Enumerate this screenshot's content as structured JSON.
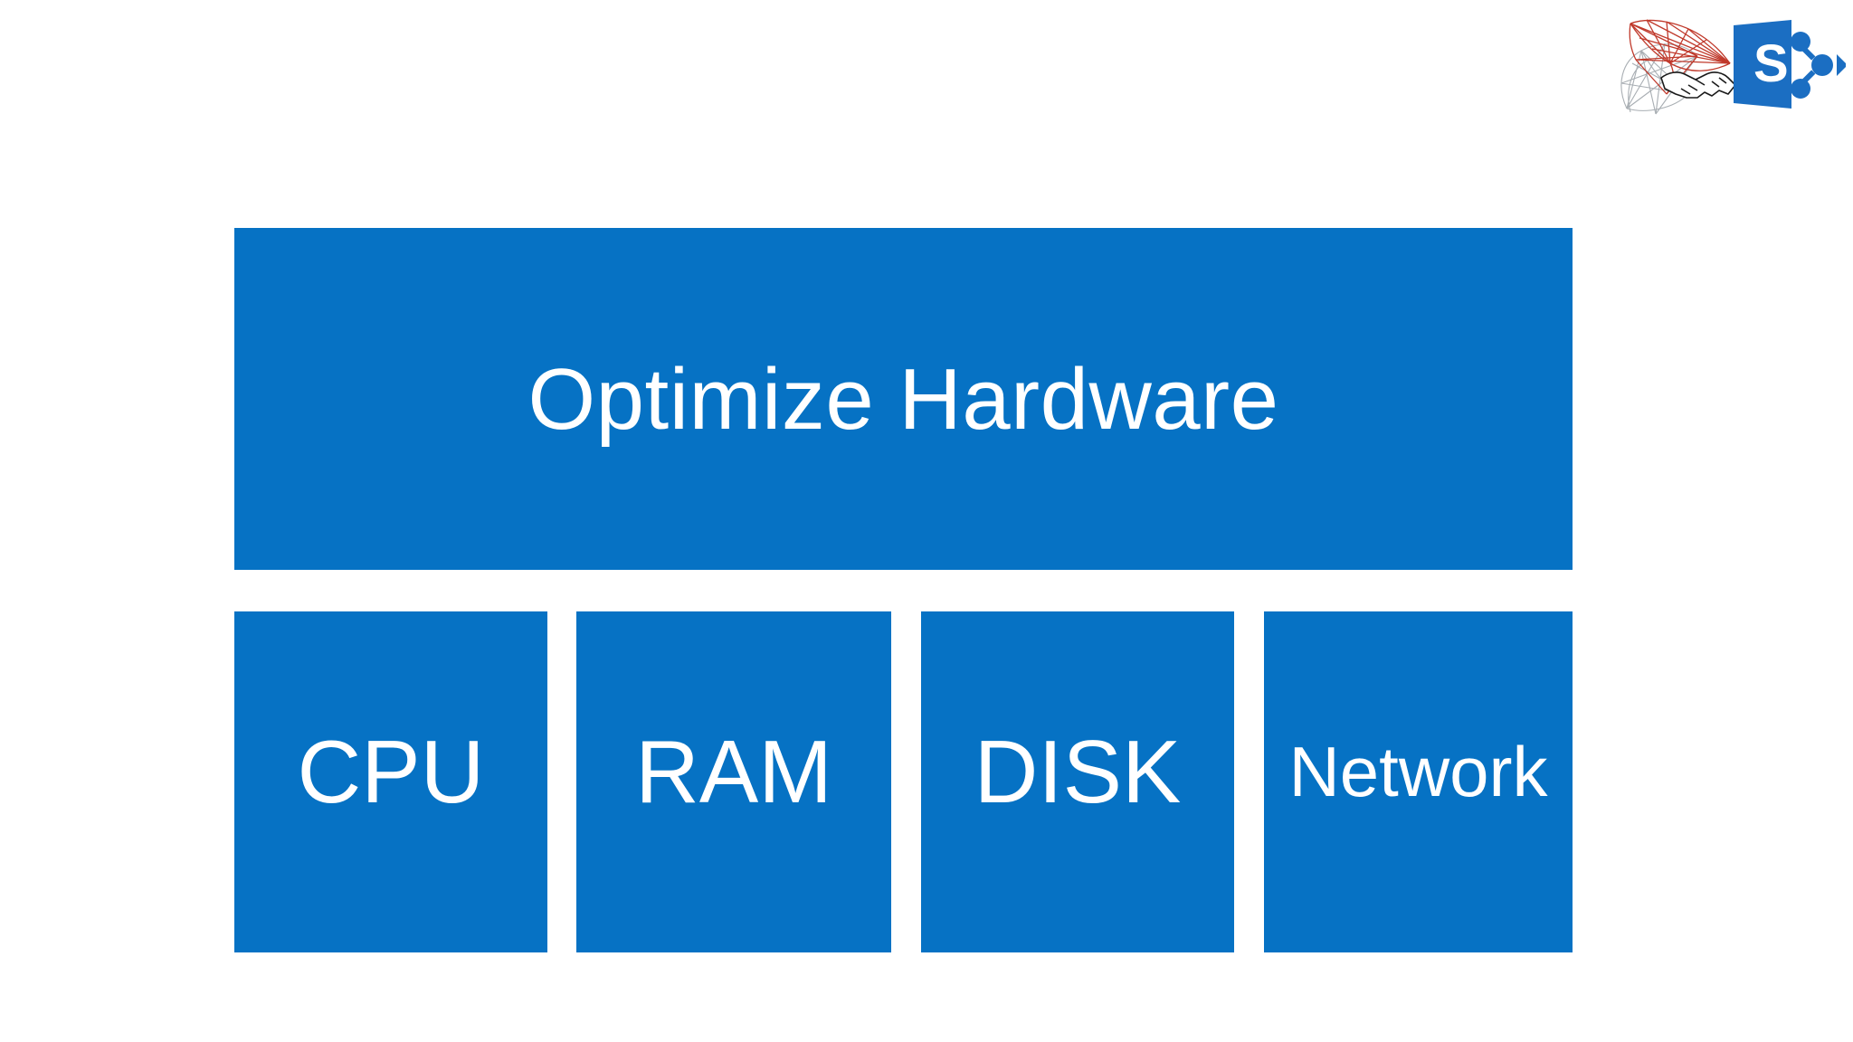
{
  "slide": {
    "background_color": "#FFFFFF",
    "accent_color": "#0672C4",
    "text_color": "#FFFFFF"
  },
  "header": {
    "title": "Optimize Hardware"
  },
  "categories": [
    {
      "label": "CPU"
    },
    {
      "label": "RAM"
    },
    {
      "label": "DISK"
    },
    {
      "label": "Network"
    }
  ],
  "logo": {
    "name": "sql-server-sharepoint-partnership-logo",
    "sharepoint_letter": "S",
    "sql_mesh_color": "#C0392B",
    "sharepoint_color": "#1B6EC2"
  }
}
